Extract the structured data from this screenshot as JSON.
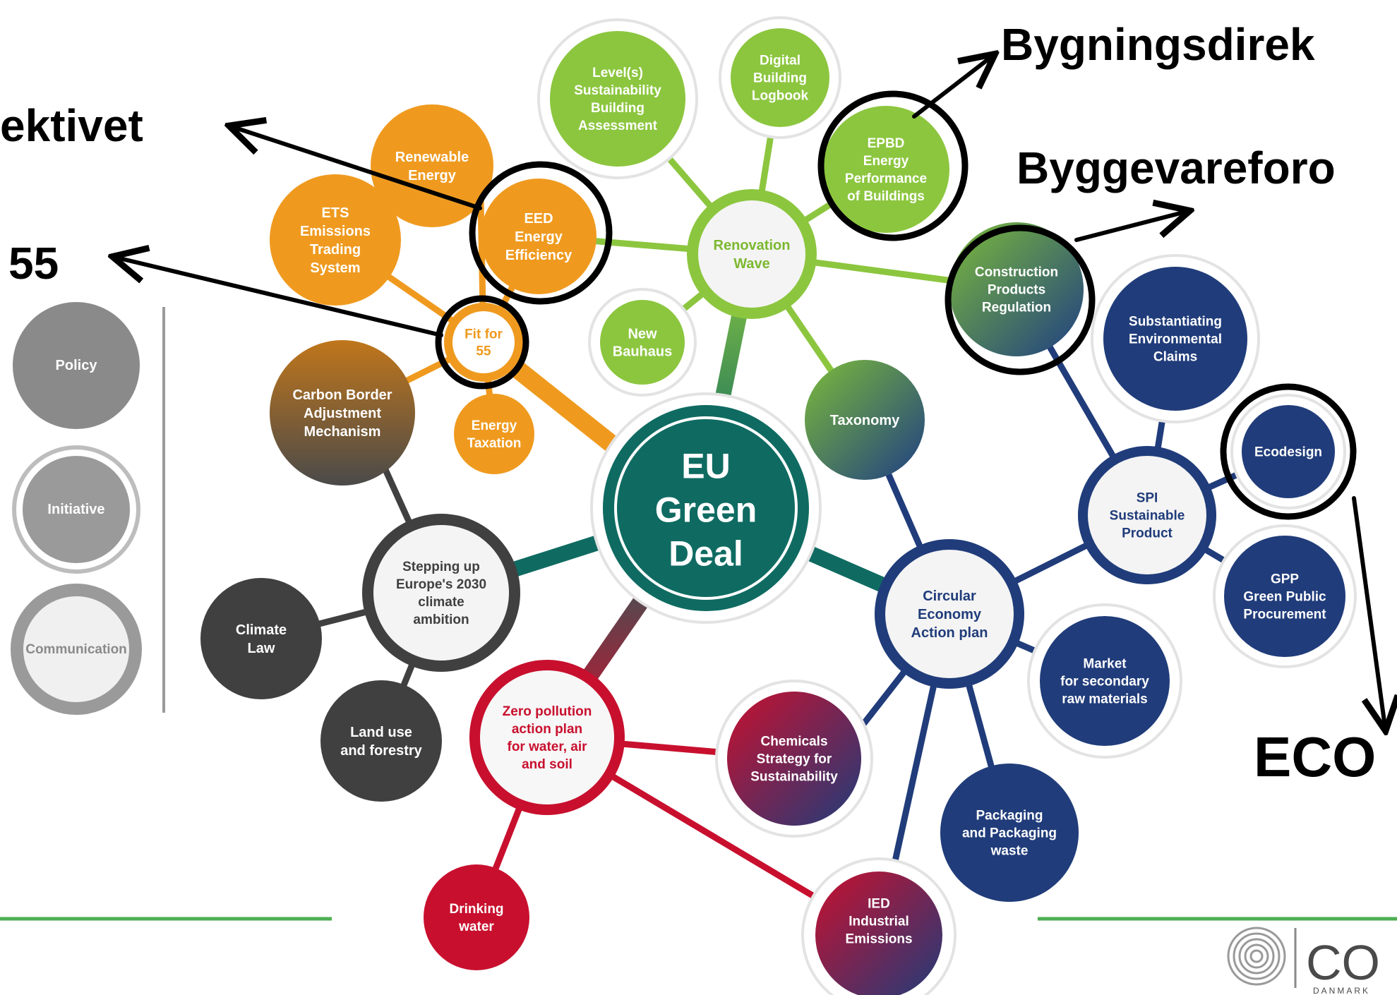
{
  "title": "EU Green Deal",
  "center": {
    "lines": [
      "EU",
      "Green",
      "Deal"
    ]
  },
  "legend": {
    "items": [
      {
        "label": "Policy"
      },
      {
        "label": "Initiative"
      },
      {
        "label": "Communication"
      }
    ]
  },
  "nodes": {
    "level_s": {
      "lines": [
        "Level(s)",
        "Sustainability",
        "Building",
        "Assessment"
      ]
    },
    "digital_logbook": {
      "lines": [
        "Digital",
        "Building",
        "Logbook"
      ]
    },
    "renewable_energy": {
      "lines": [
        "Renewable",
        "Energy"
      ]
    },
    "ets": {
      "lines": [
        "ETS",
        "Emissions",
        "Trading",
        "System"
      ]
    },
    "eed": {
      "lines": [
        "EED",
        "Energy",
        "Efficiency"
      ]
    },
    "renovation_wave": {
      "lines": [
        "Renovation",
        "Wave"
      ]
    },
    "epbd": {
      "lines": [
        "EPBD",
        "Energy",
        "Performance",
        "of Buildings"
      ]
    },
    "construction_products": {
      "lines": [
        "Construction",
        "Products",
        "Regulation"
      ]
    },
    "substantiating_claims": {
      "lines": [
        "Substantiating",
        "Environmental",
        "Claims"
      ]
    },
    "fit_for_55": {
      "lines": [
        "Fit for",
        "55"
      ]
    },
    "new_bauhaus": {
      "lines": [
        "New",
        "Bauhaus"
      ]
    },
    "carbon_border": {
      "lines": [
        "Carbon Border",
        "Adjustment",
        "Mechanism"
      ]
    },
    "energy_taxation": {
      "lines": [
        "Energy",
        "Taxation"
      ]
    },
    "taxonomy": {
      "lines": [
        "Taxonomy"
      ]
    },
    "ecodesign": {
      "lines": [
        "Ecodesign"
      ]
    },
    "spi": {
      "lines": [
        "SPI",
        "Sustainable",
        "Product"
      ]
    },
    "stepping_up": {
      "lines": [
        "Stepping up",
        "Europe's 2030",
        "climate",
        "ambition"
      ]
    },
    "gpp": {
      "lines": [
        "GPP",
        "Green Public",
        "Procurement"
      ]
    },
    "climate_law": {
      "lines": [
        "Climate",
        "Law"
      ]
    },
    "circular_economy": {
      "lines": [
        "Circular",
        "Economy",
        "Action plan"
      ]
    },
    "market_secondary": {
      "lines": [
        "Market",
        "for secondary",
        "raw materials"
      ]
    },
    "land_use": {
      "lines": [
        "Land use",
        "and forestry"
      ]
    },
    "zero_pollution": {
      "lines": [
        "Zero pollution",
        "action plan",
        "for water, air",
        "and soil"
      ]
    },
    "chemicals": {
      "lines": [
        "Chemicals",
        "Strategy for",
        "Sustainability"
      ]
    },
    "packaging": {
      "lines": [
        "Packaging",
        "and Packaging",
        "waste"
      ]
    },
    "drinking_water": {
      "lines": [
        "Drinking",
        "water"
      ]
    },
    "ied": {
      "lines": [
        "IED",
        "Industrial",
        "Emissions"
      ]
    }
  },
  "annotations": {
    "energy_directive": "ektivet",
    "fit55": "55",
    "building_directive": "Bygningsdirek",
    "construction_regulation": "Byggevareforo",
    "eco": "ECO"
  },
  "logo": {
    "text": "CO",
    "sub": "DANMARK"
  },
  "colors": {
    "orange": "#ef9a1f",
    "lightgreen": "#8cc63f",
    "teal": "#0f6b62",
    "navy": "#203c7a",
    "red": "#c8102e",
    "brown": "#8b5a2b",
    "darkgray": "#404040",
    "footer_green": "#4caf50"
  }
}
